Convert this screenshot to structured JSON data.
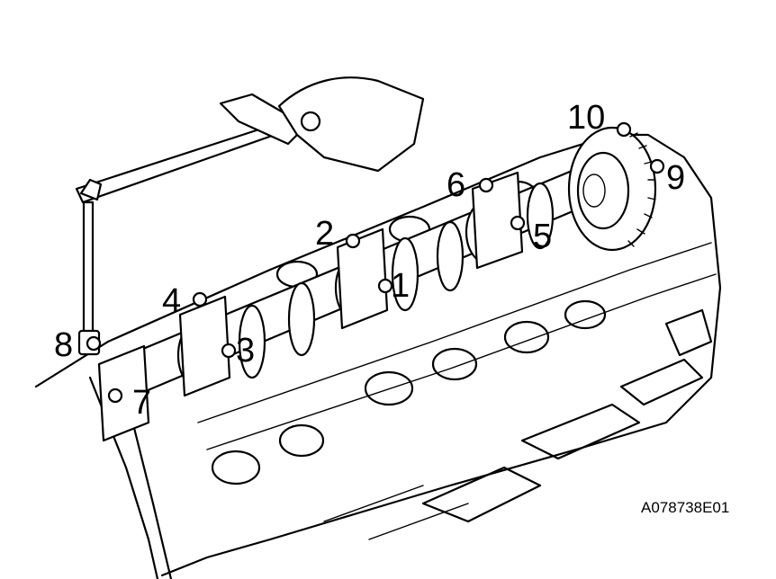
{
  "figure_code": "A078738E01",
  "callouts": [
    {
      "label": "1"
    },
    {
      "label": "2"
    },
    {
      "label": "3"
    },
    {
      "label": "4"
    },
    {
      "label": "5"
    },
    {
      "label": "6"
    },
    {
      "label": "7"
    },
    {
      "label": "8"
    },
    {
      "label": "9"
    },
    {
      "label": "10"
    }
  ]
}
